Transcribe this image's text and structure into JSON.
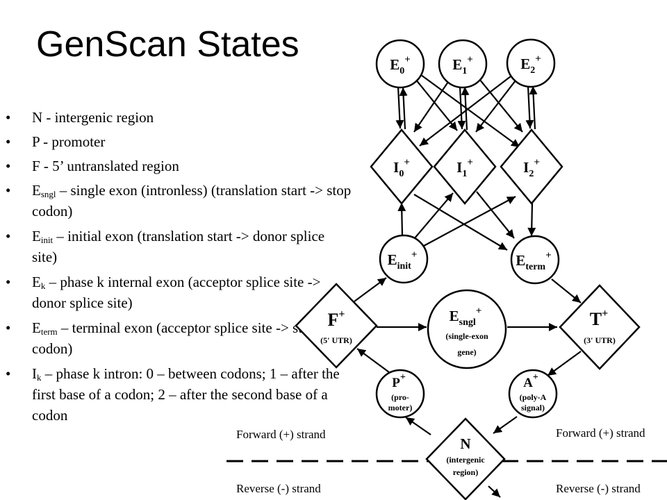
{
  "title": "GenScan States",
  "bullets": [
    {
      "pre": "N - intergenic region"
    },
    {
      "pre": "P - promoter"
    },
    {
      "pre": "F - 5’ untranslated region"
    },
    {
      "pre": "E",
      "sub": "sngl",
      "rest": " – single exon (intronless) (translation start -> stop codon)"
    },
    {
      "pre": "E",
      "sub": "init",
      "rest": " – initial exon (translation start -> donor splice site)"
    },
    {
      "pre": "E",
      "sub": "k",
      "rest": " – phase k internal exon (acceptor splice site -> donor splice site)"
    },
    {
      "pre": "E",
      "sub": "term",
      "rest": " – terminal exon (acceptor splice site -> stop codon)"
    },
    {
      "pre": "I",
      "sub": "k",
      "rest": " – phase k intron: 0 – between codons; 1 – after the first base of a codon; 2 – after the second base of a codon"
    }
  ],
  "diagram": {
    "exons": [
      {
        "base": "E",
        "sub": "0",
        "sup": "+"
      },
      {
        "base": "E",
        "sub": "1",
        "sup": "+"
      },
      {
        "base": "E",
        "sub": "2",
        "sup": "+"
      }
    ],
    "introns": [
      {
        "base": "I",
        "sub": "0",
        "sup": "+"
      },
      {
        "base": "I",
        "sub": "1",
        "sup": "+"
      },
      {
        "base": "I",
        "sub": "2",
        "sup": "+"
      }
    ],
    "einit": {
      "base": "E",
      "sub": "init",
      "sup": "+"
    },
    "eterm": {
      "base": "E",
      "sub": "term",
      "sup": "+"
    },
    "esngl": {
      "base": "E",
      "sub": "sngl",
      "sup": "+",
      "line1": "(single-exon",
      "line2": "gene)"
    },
    "f": {
      "base": "F",
      "sup": "+",
      "line1": "(5' UTR)"
    },
    "t": {
      "base": "T",
      "sup": "+",
      "line1": "(3' UTR)"
    },
    "p": {
      "base": "P",
      "sup": "+",
      "line1": "(pro-",
      "line2": "moter)"
    },
    "a": {
      "base": "A",
      "sup": "+",
      "line1": "(poly-A",
      "line2": "signal)"
    },
    "n": {
      "base": "N",
      "line1": "(intergenic",
      "line2": "region)"
    },
    "forward_left": "Forward (+) strand",
    "forward_right": "Forward (+) strand",
    "reverse_left": "Reverse (-) strand",
    "reverse_right": "Reverse (-) strand"
  }
}
